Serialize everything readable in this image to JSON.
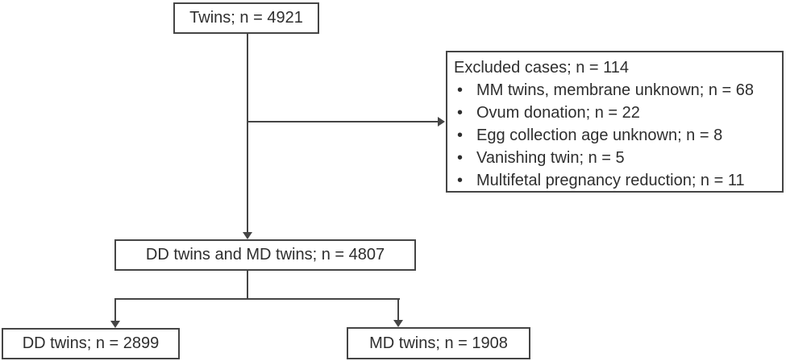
{
  "title": "Twin cohort selection flowchart",
  "colors": {
    "line": "#454545",
    "border": "#454545",
    "text": "#2e2e2e",
    "background": "#ffffff"
  },
  "boxes": {
    "twins": {
      "label": "Twins; n = 4921"
    },
    "excluded": {
      "title": "Excluded cases; n = 114",
      "bullet_char": "•",
      "items": [
        "MM twins, membrane unknown; n = 68",
        "Ovum donation; n = 22",
        "Egg collection age unknown; n = 8",
        "Vanishing twin; n = 5",
        "Multifetal pregnancy reduction; n = 11"
      ]
    },
    "ddmd": {
      "label": "DD twins and MD twins; n = 4807"
    },
    "dd": {
      "label": "DD twins; n = 2899"
    },
    "md": {
      "label": "MD twins; n = 1908"
    }
  }
}
